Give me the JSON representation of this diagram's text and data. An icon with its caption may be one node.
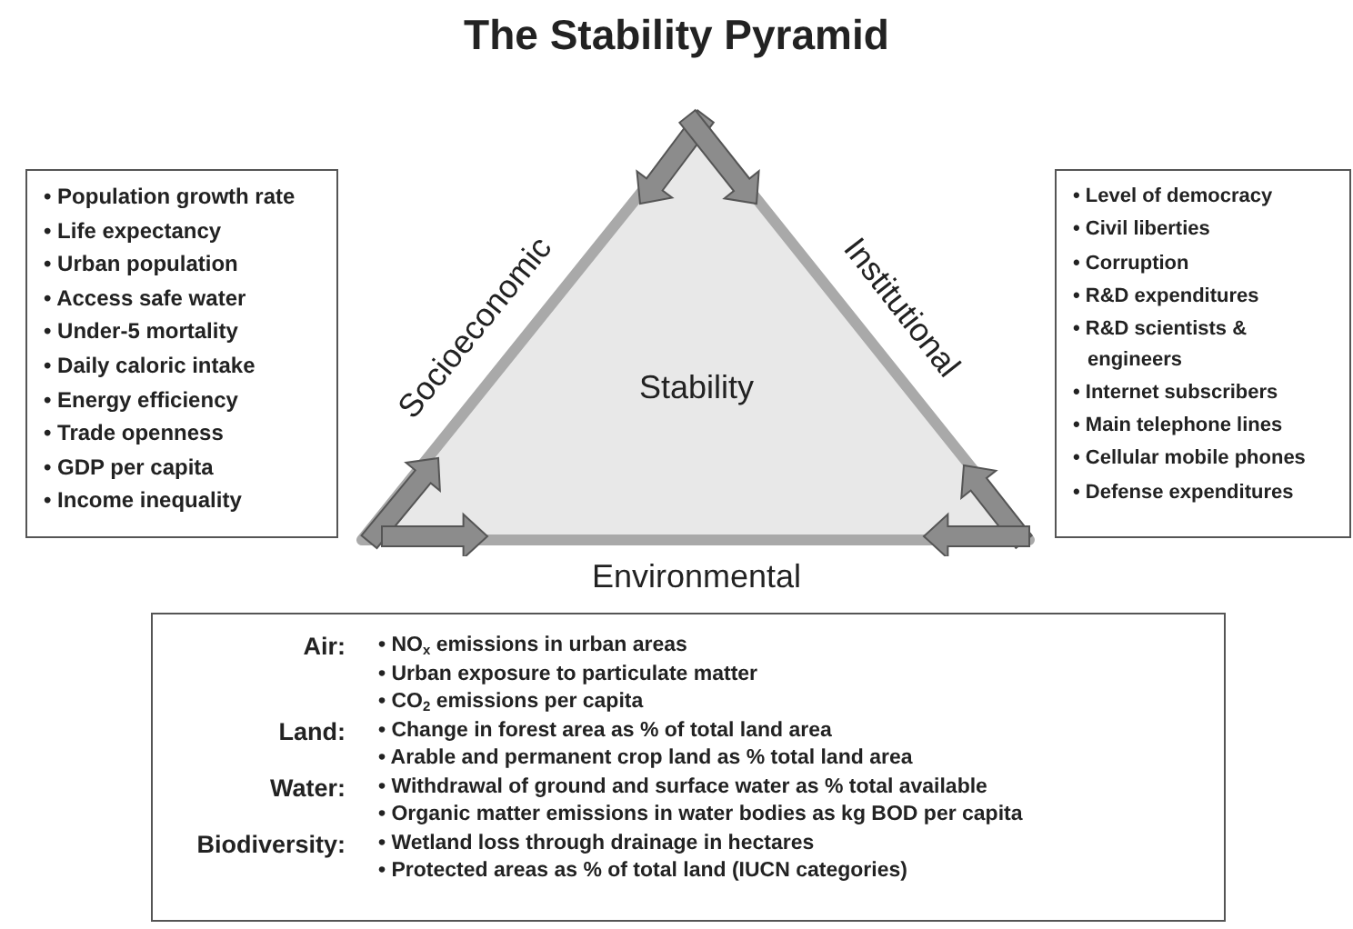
{
  "diagram": {
    "title": "The Stability Pyramid",
    "nodes": [
      {
        "text": [
          "• Population growth rate",
          "• Life expectancy",
          "• Urban population",
          "• Access safe water",
          "• Under-5 mortality",
          "• Daily caloric intake",
          "• Energy efficiency",
          "• Trade openness",
          "• GDP per capita",
          "• Income inequality"
        ]
      },
      {
        "text": [
          "Stability"
        ]
      },
      {
        "text": [
          "• Level of democracy",
          "• Civil liberties",
          "• Corruption",
          "• R&D expenditures",
          "• R&D scientists & engineers",
          "• Internet subscribers",
          "• Main telephone lines",
          "• Cellular mobile phones",
          "• Defense expenditures"
        ]
      },
      {
        "text": [
          "Air:",
          "• NO$_{x}$ emissions in urban areas",
          "• Urban exposure to particulate matter",
          "• CO$_{2}$ emissions per capita",
          "Land:",
          "• Change in forest area as % of total land area",
          "• Arable and permanent crop land as % total land area",
          "Water:",
          "• Withdrawal of ground and surface water as % total available",
          "• Organic matter emissions in water bodies as kg BOD per capita",
          "Biodiversity:",
          "• Wetland loss through drainage in hectares",
          "• Protected areas as % of total land (IUCN categories)"
        ]
      }
    ],
    "labels": [
      "Socioeconomic",
      "Institutional",
      "Environmental"
    ]
  }
}
